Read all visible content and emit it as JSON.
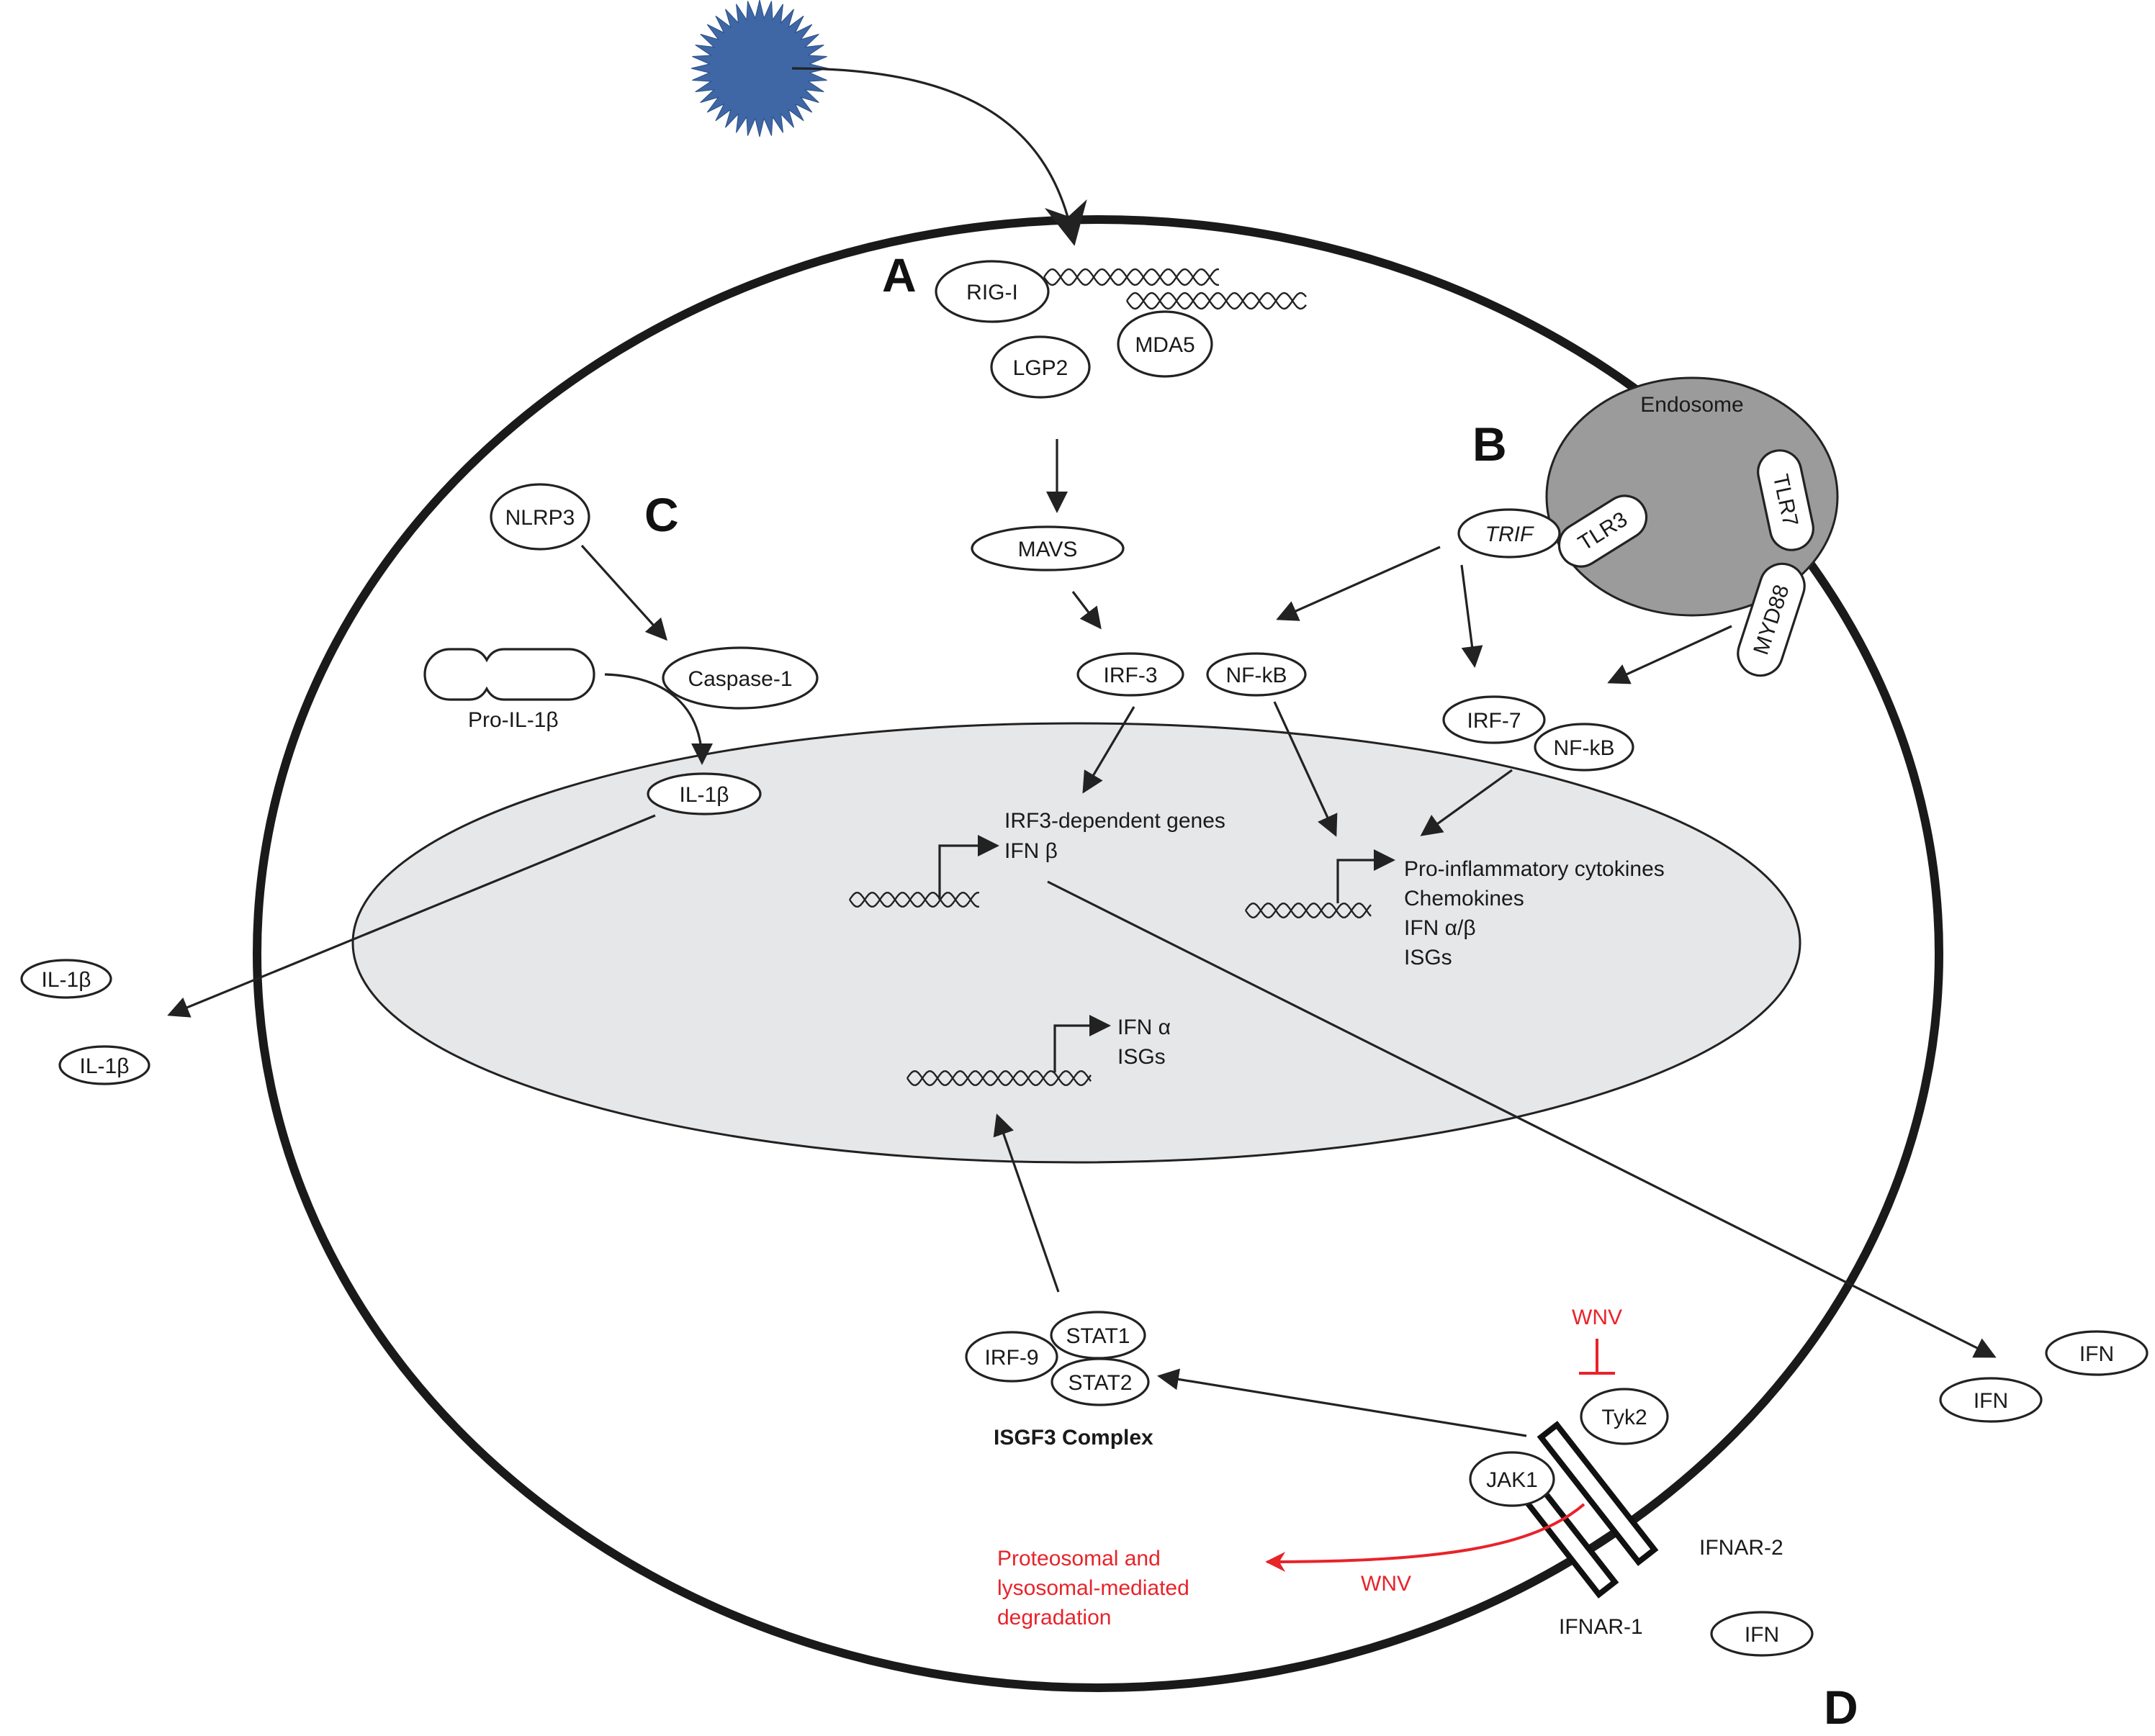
{
  "sections": {
    "a": "A",
    "b": "B",
    "c": "C",
    "d": "D"
  },
  "nodes": {
    "rig_i": "RIG-I",
    "lgp2": "LGP2",
    "mda5": "MDA5",
    "mavs": "MAVS",
    "irf3": "IRF-3",
    "nfkb_1": "NF-kB",
    "irf7": "IRF-7",
    "nfkb_2": "NF-kB",
    "endosome": "Endosome",
    "tlr3": "TLR3",
    "tlr7": "TLR7",
    "myd88": "MYD88",
    "trif": "TRIF",
    "nlrp3": "NLRP3",
    "caspase1": "Caspase-1",
    "pro_il1b": "Pro-IL-1β",
    "il1b_inner": "IL-1β",
    "il1b_out_1": "IL-1β",
    "il1b_out_2": "IL-1β",
    "irf9": "IRF-9",
    "stat1": "STAT1",
    "stat2": "STAT2",
    "isgf3": "ISGF3 Complex",
    "tyk2": "Tyk2",
    "jak1": "JAK1",
    "ifnar1": "IFNAR-1",
    "ifnar2": "IFNAR-2",
    "ifn_out_1": "IFN",
    "ifn_out_2": "IFN",
    "ifn_out_3": "IFN"
  },
  "gene_text": {
    "irf3_genes": [
      "IRF3-dependent genes",
      "IFN β"
    ],
    "nfkb_genes": [
      "Pro-inflammatory cytokines",
      "Chemokines",
      "IFN α/β",
      "ISGs"
    ],
    "isgf3_genes": [
      "IFN α",
      "ISGs"
    ]
  },
  "wnv": {
    "inhibit_label": "WNV",
    "degrade_label": "WNV",
    "degradation_text": [
      "Proteosomal and",
      "lysosomal-mediated",
      "degradation"
    ]
  },
  "colors": {
    "virus": "#3f67a6",
    "endosome": "#9b9b9b",
    "nucleus": "#e6e7e9",
    "wnv": "#e8232a",
    "line": "#222222"
  }
}
